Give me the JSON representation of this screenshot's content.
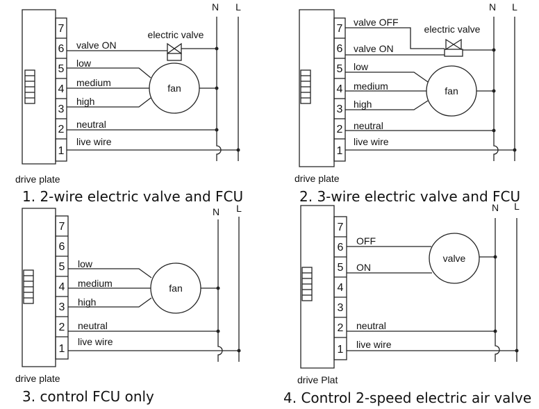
{
  "diagrams": [
    {
      "caption": "1. 2-wire electric valve and FCU",
      "plate_label": "drive plate",
      "terminals": [
        "7",
        "6",
        "5",
        "4",
        "3",
        "2",
        "1"
      ],
      "wires": {
        "t6": "valve ON",
        "t5": "low",
        "t4": "medium",
        "t3": "high",
        "t2": "neutral",
        "t1": "live wire"
      },
      "fan_label": "fan",
      "valve_label": "electric valve",
      "N": "N",
      "L": "L"
    },
    {
      "caption": "2. 3-wire electric valve and FCU",
      "plate_label": "drive plate",
      "terminals": [
        "7",
        "6",
        "5",
        "4",
        "3",
        "2",
        "1"
      ],
      "wires": {
        "t7": "valve OFF",
        "t6": "valve ON",
        "t5": "low",
        "t4": "medium",
        "t3": "high",
        "t2": "neutral",
        "t1": "live wire"
      },
      "fan_label": "fan",
      "valve_label": "electric valve",
      "N": "N",
      "L": "L"
    },
    {
      "caption": "3. control FCU only",
      "plate_label": "drive plate",
      "terminals": [
        "7",
        "6",
        "5",
        "4",
        "3",
        "2",
        "1"
      ],
      "wires": {
        "t5": "low",
        "t4": "medium",
        "t3": "high",
        "t2": "neutral",
        "t1": "live wire"
      },
      "fan_label": "fan",
      "N": "N",
      "L": "L"
    },
    {
      "caption": "4. Control 2-speed electric air valve",
      "plate_label": "drive Plat",
      "terminals": [
        "7",
        "6",
        "5",
        "4",
        "3",
        "2",
        "1"
      ],
      "wires": {
        "t6": "OFF",
        "t5": "ON",
        "t2": "neutral",
        "t1": "live wire"
      },
      "valve_label": "valve",
      "N": "N",
      "L": "L"
    }
  ]
}
